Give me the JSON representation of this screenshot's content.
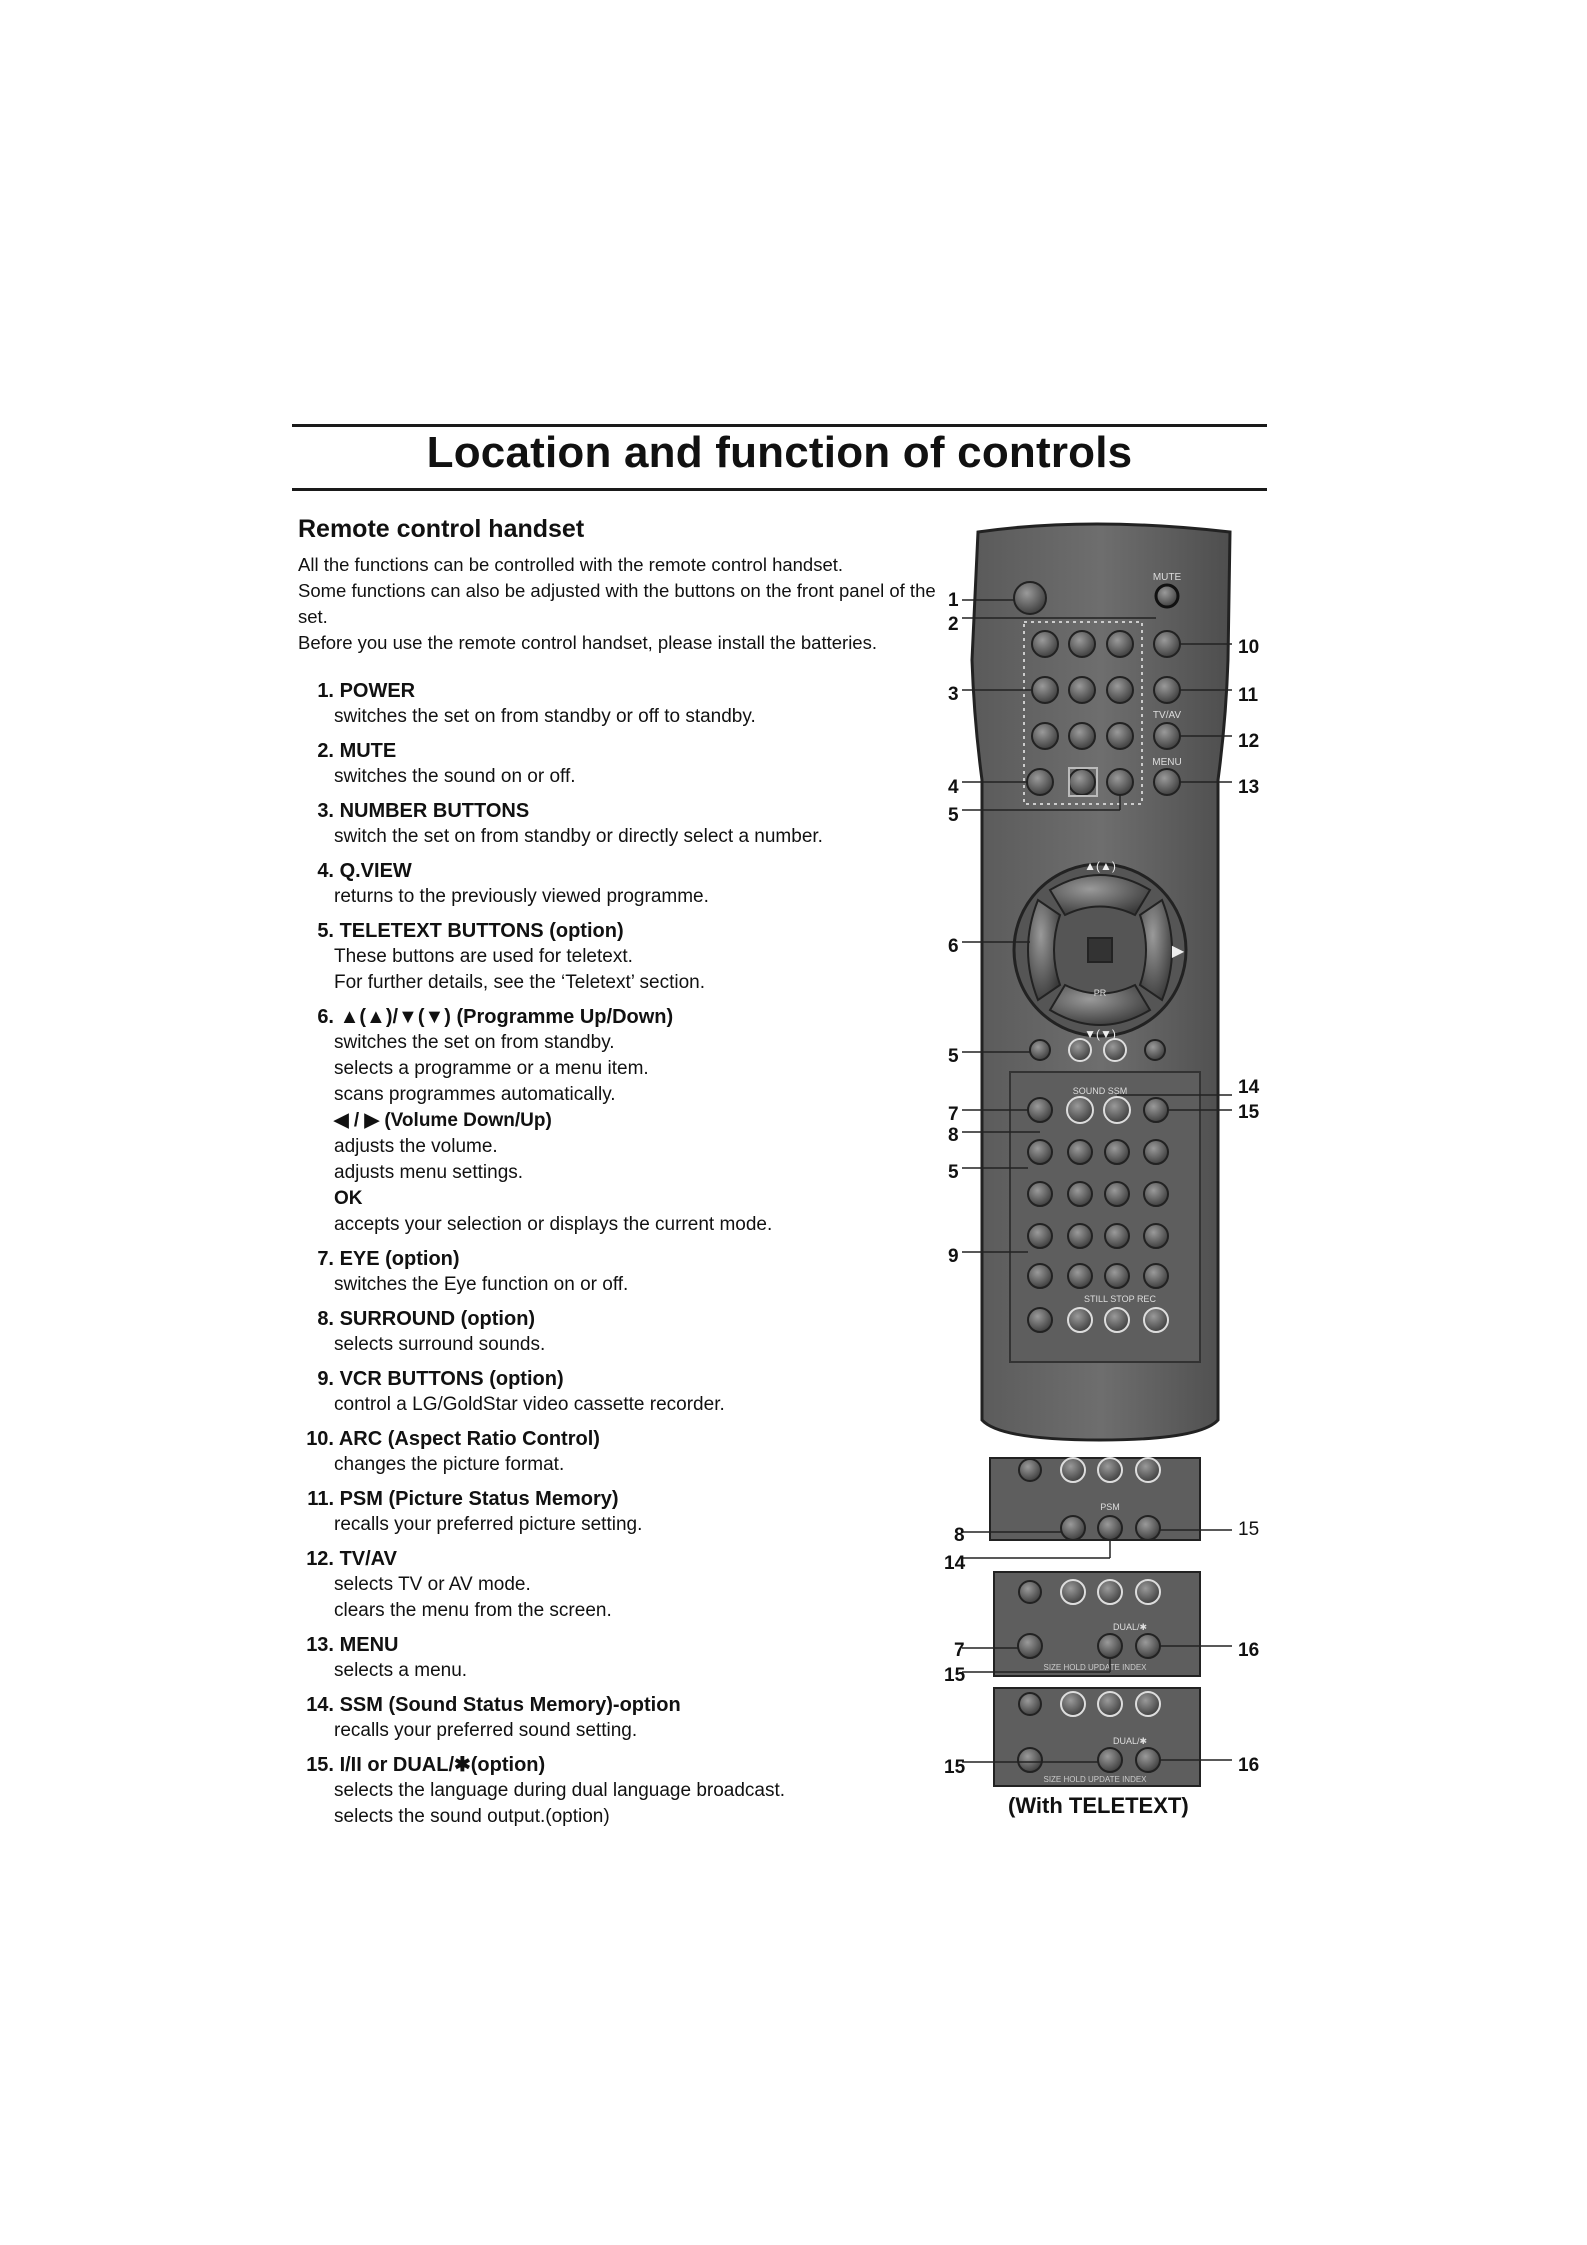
{
  "page": {
    "title": "Location and function of controls",
    "section_title": "Remote control handset",
    "intro": [
      "All the functions can be controlled with the remote control handset.",
      "Some functions can also be adjusted with the buttons on the front panel of the set.",
      "Before you use the remote control handset, please install the batteries."
    ]
  },
  "items": [
    {
      "num": "1.",
      "title": "POWER",
      "lines": [
        "switches the set on from standby or off to standby."
      ]
    },
    {
      "num": "2.",
      "title": "MUTE",
      "lines": [
        "switches the sound on or off."
      ]
    },
    {
      "num": "3.",
      "title": "NUMBER BUTTONS",
      "lines": [
        "switch the set on from standby or directly select a number."
      ]
    },
    {
      "num": "4.",
      "title": "Q.VIEW",
      "lines": [
        "returns to the previously viewed programme."
      ]
    },
    {
      "num": "5.",
      "title": "TELETEXT BUTTONS (option)",
      "lines": [
        "These buttons are used for teletext.",
        "For further details, see the ‘Teletext’ section."
      ]
    },
    {
      "num": "6.",
      "title": "▲(▲)/▼(▼) (Programme Up/Down)",
      "lines": [
        "switches the set on from standby.",
        "selects a programme or a menu item.",
        "scans programmes automatically."
      ],
      "sub": [
        {
          "title": "◀ / ▶ (Volume Down/Up)",
          "lines": [
            "adjusts the volume.",
            "adjusts menu settings."
          ]
        },
        {
          "title": "OK",
          "lines": [
            "accepts your selection or displays the current mode."
          ]
        }
      ]
    },
    {
      "num": "7.",
      "title": "EYE (option)",
      "lines": [
        "switches the Eye function on or off."
      ]
    },
    {
      "num": "8.",
      "title": "SURROUND (option)",
      "lines": [
        "selects surround sounds."
      ]
    },
    {
      "num": "9.",
      "title": "VCR BUTTONS (option)",
      "lines": [
        "control a LG/GoldStar video cassette recorder."
      ]
    },
    {
      "num": "10.",
      "title": "ARC (Aspect Ratio Control)",
      "lines": [
        "changes the picture format."
      ]
    },
    {
      "num": "11.",
      "title": "PSM (Picture Status Memory)",
      "lines": [
        "recalls your preferred picture setting."
      ]
    },
    {
      "num": "12.",
      "title": "TV/AV",
      "lines": [
        "selects TV or AV mode.",
        "clears the menu from the screen."
      ]
    },
    {
      "num": "13.",
      "title": "MENU",
      "lines": [
        "selects a menu."
      ]
    },
    {
      "num": "14.",
      "title": "SSM (Sound Status Memory)-option",
      "lines": [
        "recalls your preferred sound setting."
      ]
    },
    {
      "num": "15.",
      "title": "I/II or DUAL/✱(option)",
      "lines": [
        "selects the language during dual language broadcast.",
        "selects the sound output.(option)"
      ]
    }
  ],
  "figure": {
    "button_labels": [
      "MUTE",
      "TV/AV",
      "MENU",
      "PR",
      "SOUND",
      "SSM",
      "PSM",
      "DUAL/✱",
      "STILL",
      "STOP",
      "REC",
      "SIZE",
      "HOLD",
      "UPDATE",
      "INDEX"
    ],
    "callouts": [
      "1",
      "2",
      "3",
      "4",
      "5",
      "6",
      "5",
      "7",
      "8",
      "5",
      "9",
      "10",
      "11",
      "12",
      "13",
      "14",
      "15",
      "8",
      "14",
      "15",
      "7",
      "15",
      "16",
      "15",
      "16"
    ],
    "caption": "(With TELETEXT)"
  }
}
